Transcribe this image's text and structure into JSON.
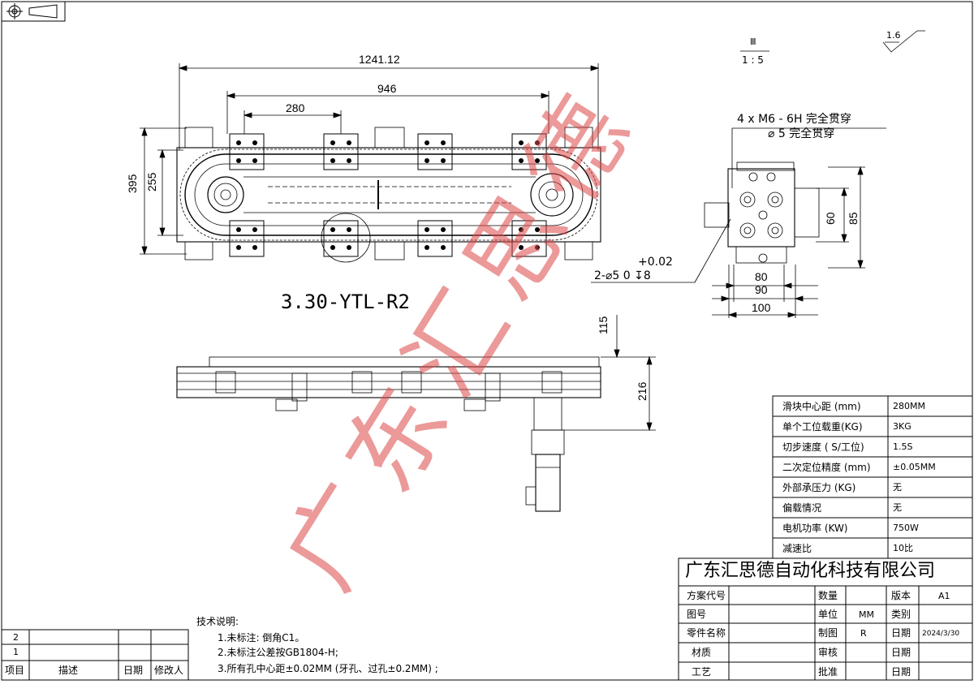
{
  "drawing": {
    "part_name": "3.30-YTL-R2",
    "scale_roman": "Ⅲ",
    "scale": "1 : 5",
    "roughness": "1.6",
    "watermark": "广东汇思德"
  },
  "top_view": {
    "dim_overall": "1241.12",
    "dim_946": "946",
    "dim_280": "280",
    "dim_395": "395",
    "dim_255": "255",
    "hole_tol_upper": "+0.02",
    "hole_spec": "2-⌀5  0    ↧8"
  },
  "side_detail": {
    "thread_note_1": "4 x  M6 - 6H 完全贯穿",
    "thread_note_2": "⌀ 5 完全贯穿",
    "dim_60": "60",
    "dim_85": "85",
    "dim_80": "80",
    "dim_90": "90",
    "dim_100": "100"
  },
  "front_view": {
    "dim_115": "115",
    "dim_216": "216"
  },
  "spec_table": [
    {
      "label": "滑块中心距 (mm)",
      "value": "280MM"
    },
    {
      "label": "单个工位载重(KG)",
      "value": "3KG"
    },
    {
      "label": "切步速度 ( S/工位)",
      "value": "1.5S"
    },
    {
      "label": "二次定位精度 (mm)",
      "value": "±0.05MM"
    },
    {
      "label": "外部承压力 (KG)",
      "value": "无"
    },
    {
      "label": "偏载情况",
      "value": "无"
    },
    {
      "label": "电机功率 (KW)",
      "value": "750W"
    },
    {
      "label": "减速比",
      "value": "10比"
    }
  ],
  "title_block": {
    "company": "广东汇思德自动化科技有限公司",
    "scheme_code": "方案代号",
    "drawing_no": "图号",
    "part_name_label": "零件名称",
    "material": "材质",
    "process": "工艺",
    "quantity": "数量",
    "unit": "单位",
    "unit_value": "MM",
    "drawn": "制图",
    "drawn_value": "R",
    "checked": "审核",
    "approved": "批准",
    "version": "版本",
    "version_value": "A1",
    "category": "类别",
    "date": "日期",
    "date_value": "2024/3/30"
  },
  "tech_notes": {
    "title": "技术说明:",
    "lines": [
      "1.未标注: 倒角C1。",
      "2.未标注公差按GB1804-H;",
      "3.所有孔中心距±0.02MM (牙孔、过孔±0.2MM) ;"
    ]
  },
  "revision_table": {
    "rows": [
      "2",
      "1"
    ],
    "headers": [
      "项目",
      "描述",
      "日期",
      "修改人"
    ]
  }
}
